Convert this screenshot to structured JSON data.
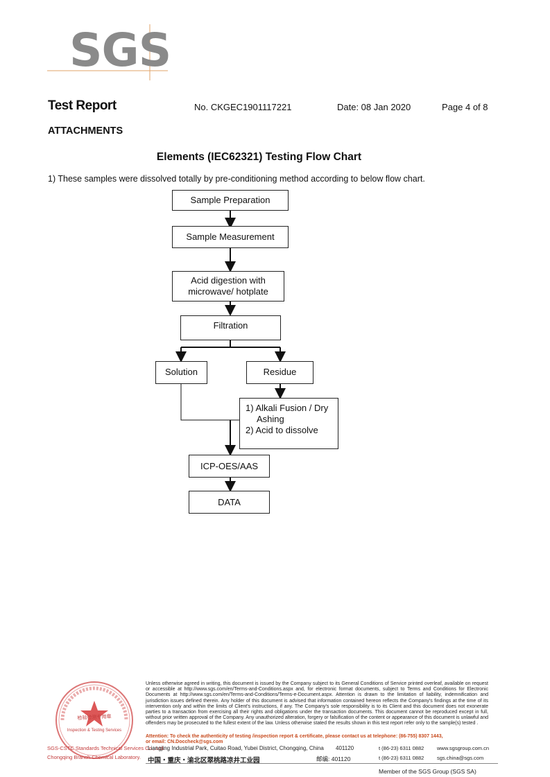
{
  "brand": {
    "logo_text": "SGS",
    "logo_color": "#8a8a8a",
    "accent": "#e0a36a"
  },
  "header": {
    "title": "Test Report",
    "report_no": "No. CKGEC1901117221",
    "date": "Date: 08 Jan 2020",
    "page": "Page 4 of 8"
  },
  "attachments_label": "ATTACHMENTS",
  "section_title": "Elements (IEC62321) Testing Flow Chart",
  "note": "1) These samples were dissolved totally by pre-conditioning method according to below flow chart.",
  "flowchart": {
    "sample_preparation": "Sample Preparation",
    "sample_measurement": "Sample Measurement",
    "acid_digestion_line1": "Acid digestion with",
    "acid_digestion_line2": "microwave/ hotplate",
    "filtration": "Filtration",
    "solution": "Solution",
    "residue": "Residue",
    "residue_step1_line1": "1) Alkali Fusion / Dry",
    "residue_step1_line2": "Ashing",
    "residue_step2": "2) Acid to dissolve",
    "icp": "ICP-OES/AAS",
    "data": "DATA"
  },
  "footer": {
    "seal_cn": "检验检测专用章",
    "seal_en": "Inspection & Testing Services",
    "branch_line1": "SGS-CSTC Standards Technical Services Co., Ltd.",
    "branch_line2": "Chongqing Branch Chemical Laboratory.",
    "disclaimer": "Unless otherwise agreed in writing, this document is issued by the Company subject to its General Conditions of Service printed overleaf, available on request or accessible at http://www.sgs.com/en/Terms-and-Conditions.aspx and, for electronic format documents, subject to Terms and Conditions for Electronic Documents at http://www.sgs.com/en/Terms-and-Conditions/Terms-e-Document.aspx. Attention is drawn to the limitation of liability, indemnification and jurisdiction issues defined therein. Any holder of this document is advised that information contained hereon reflects the Company's findings at the time of its intervention only and within the limits of Client's instructions, if any. The Company's sole responsibility is to its Client and this document does not exonerate parties to a transaction from exercising all their rights and obligations under the transaction documents. This document cannot be reproduced except in full, without prior written approval of the Company. Any unauthorized alteration, forgery or falsification of the content or appearance of this document is unlawful and offenders may be prosecuted to the fullest extent of the law. Unless otherwise stated the results shown in this test report refer only to the sample(s) tested .",
    "attention_line1": "Attention: To check the authenticity of testing /inspection report & certificate, please contact us at telephone: (86-755) 8307 1443,",
    "attention_line2": "or email: CN.Doccheck@sgs.com",
    "address_en": "Liangjing Industrial Park, Cuitao Road, Yubei District, Chongqing, China",
    "zip_en": "401120",
    "tel_en": "t (86-23) 6311 0882",
    "web_en": "www.sgsgroup.com.cn",
    "address_cn": "中国・重庆・渝北区翠桃路凉井工业园",
    "zip_cn": "邮编: 401120",
    "tel_cn": "t (86-23) 6311 0882",
    "email_cn": "sgs.china@sgs.com",
    "member": "Member of the SGS Group (SGS SA)"
  }
}
